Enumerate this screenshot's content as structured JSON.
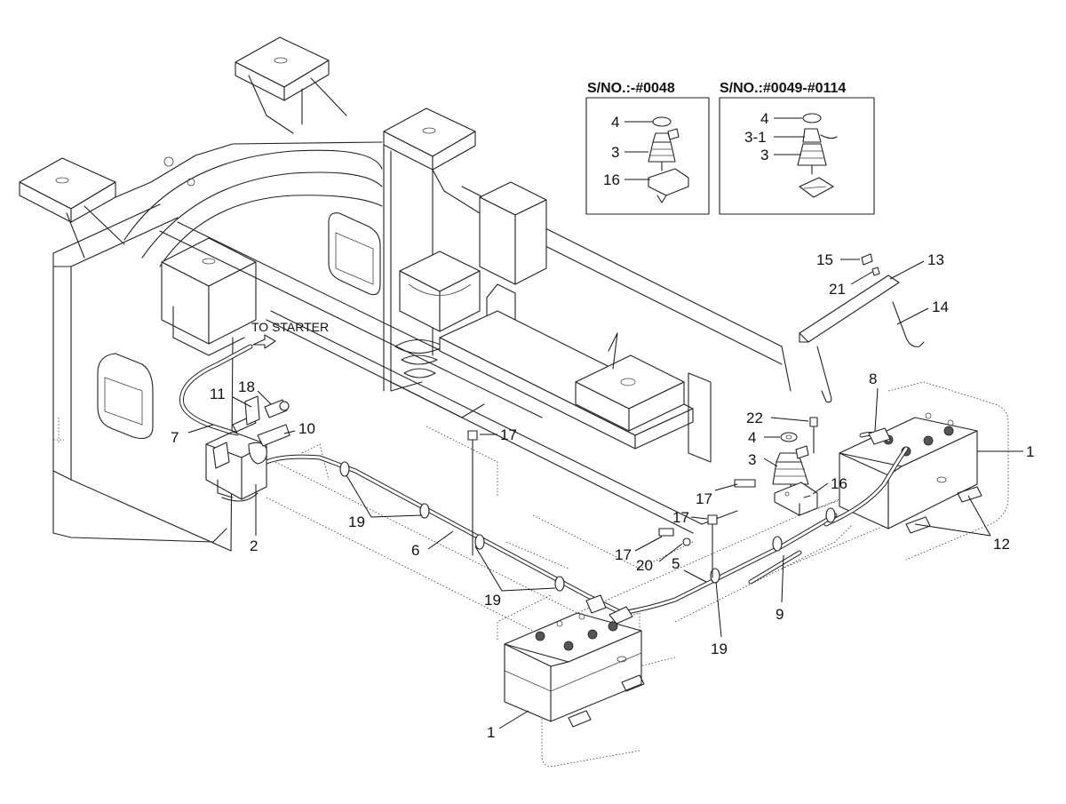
{
  "diagram": {
    "inset_left": {
      "title": "S/NO.:-#0048",
      "labels": [
        "4",
        "3",
        "16"
      ]
    },
    "inset_right": {
      "title": "S/NO.:#0049-#0114",
      "labels": [
        "4",
        "3-1",
        "3"
      ]
    },
    "note_to_starter": "TO STARTER",
    "callouts": {
      "c1a": "1",
      "c1b": "1",
      "c2": "2",
      "c3": "3",
      "c4": "4",
      "c5": "5",
      "c6": "6",
      "c7": "7",
      "c8": "8",
      "c9": "9",
      "c10": "10",
      "c11": "11",
      "c12": "12",
      "c13": "13",
      "c14": "14",
      "c15": "15",
      "c16": "16",
      "c17a": "17",
      "c17b": "17",
      "c17c": "17",
      "c17d": "17",
      "c18": "18",
      "c19a": "19",
      "c19b": "19",
      "c19c": "19",
      "c20": "20",
      "c21": "21",
      "c22": "22"
    }
  }
}
